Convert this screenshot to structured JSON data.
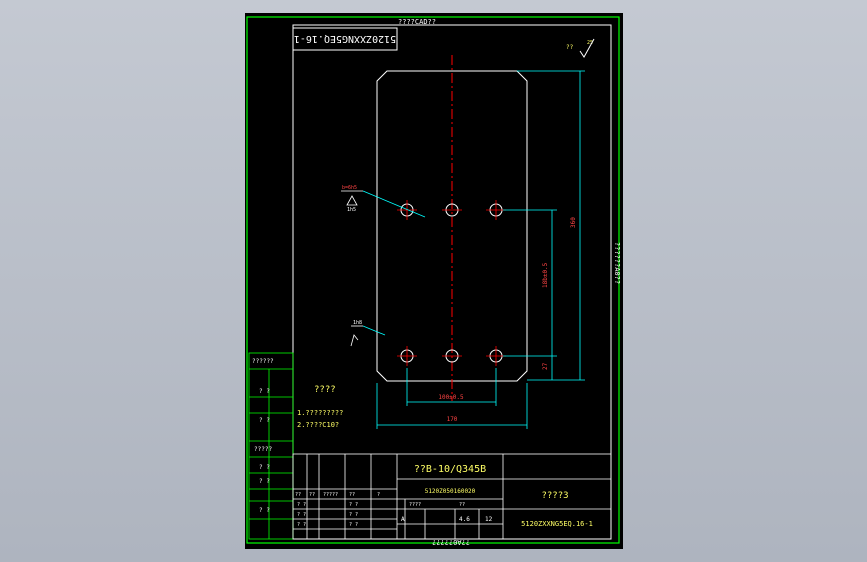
{
  "drawing": {
    "top_label": "????CAD??",
    "bottom_label": "??A0?????",
    "right_label": "??????A0??",
    "mirrored_code": "5120ZXXNG5EQ.16-1",
    "roughness_note": "??",
    "roughness_value": "25"
  },
  "annotations": {
    "weld_top_value": "b=6h5",
    "weld_top_sub": "1h5",
    "weld_bottom_value": "1h8",
    "dim_vertical_total": "360",
    "dim_vertical_holes": "18b±0.5",
    "dim_vertical_small": "27",
    "dim_horizontal_holes": "100±0.5",
    "dim_horizontal_total": "170"
  },
  "left_panel": {
    "row1": "??????",
    "row2": "? ?",
    "row3": "? ?",
    "row4": "?????",
    "row5": "? ?",
    "row6": "? ?",
    "row7": "? ?"
  },
  "notes": {
    "heading": "????",
    "line1": "1.?????????",
    "line2": "2.????C10?"
  },
  "title_block": {
    "material": "??B-10/Q345B",
    "number": "5120Z050160020",
    "title": "????3",
    "code": "5120ZXXNG5EQ.16-1",
    "col_a": "A",
    "qty1": "4.6",
    "qty2": "12",
    "h1": "??",
    "h2": "??",
    "h3": "?????",
    "h4": "??",
    "h5": "?",
    "h6": "????",
    "h7": "??",
    "r1": "? ?",
    "r2": "? ?",
    "r3": "? ?",
    "r4": "? ?",
    "r5": "? ?",
    "r6": "? ?"
  },
  "colors": {
    "frame": "#00ff00",
    "geometry": "#ffffff",
    "dimension": "#00ffff",
    "center": "#ff0000",
    "text_yellow": "#ffff66"
  }
}
